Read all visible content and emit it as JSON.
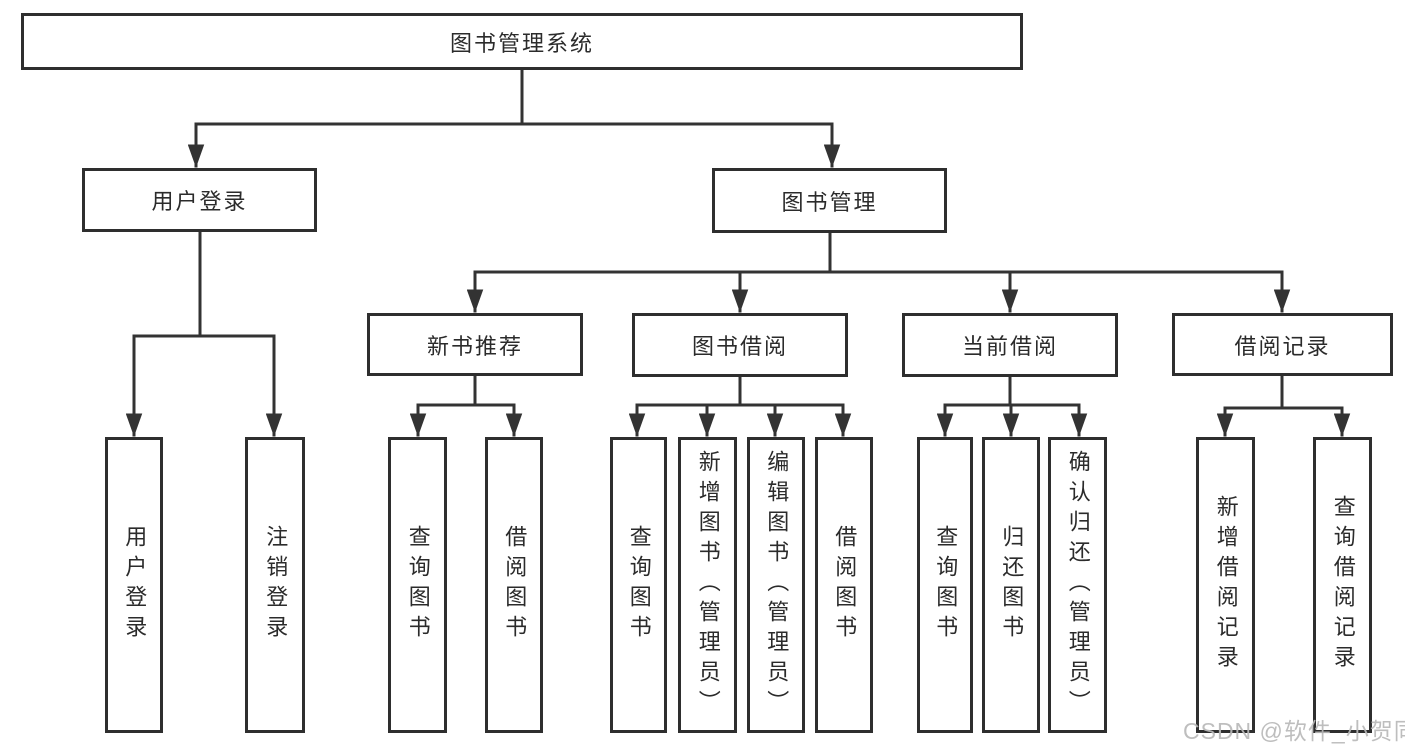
{
  "diagram": {
    "root": {
      "label": "图书管理系统"
    },
    "level2": {
      "user_login": {
        "label": "用户登录"
      },
      "book_management": {
        "label": "图书管理"
      }
    },
    "level3": {
      "new_book_recommend": {
        "label": "新书推荐"
      },
      "book_borrow": {
        "label": "图书借阅"
      },
      "current_borrow": {
        "label": "当前借阅"
      },
      "borrow_record": {
        "label": "借阅记录"
      }
    },
    "leaves": {
      "login": {
        "label": "用户登录"
      },
      "logout": {
        "label": "注销登录"
      },
      "recommend_query_book": {
        "label": "查询图书"
      },
      "recommend_borrow_book": {
        "label": "借阅图书"
      },
      "borrow_query_book": {
        "label": "查询图书"
      },
      "borrow_add_book": {
        "label": "新增图书（管理员）"
      },
      "borrow_edit_book": {
        "label": "编辑图书（管理员）"
      },
      "borrow_borrow_book": {
        "label": "借阅图书"
      },
      "current_query_book": {
        "label": "查询图书"
      },
      "current_return_book": {
        "label": "归还图书"
      },
      "current_confirm_return": {
        "label": "确认归还（管理员）"
      },
      "record_add_record": {
        "label": "新增借阅记录"
      },
      "record_query_record": {
        "label": "查询借阅记录"
      }
    }
  },
  "watermark": {
    "text": "CSDN @软件_小贺同学"
  },
  "colors": {
    "line": "#333333",
    "box_border": "#2e2e2e",
    "text": "#2b2b2b",
    "watermark": "#b9b9b9",
    "background": "#ffffff"
  }
}
